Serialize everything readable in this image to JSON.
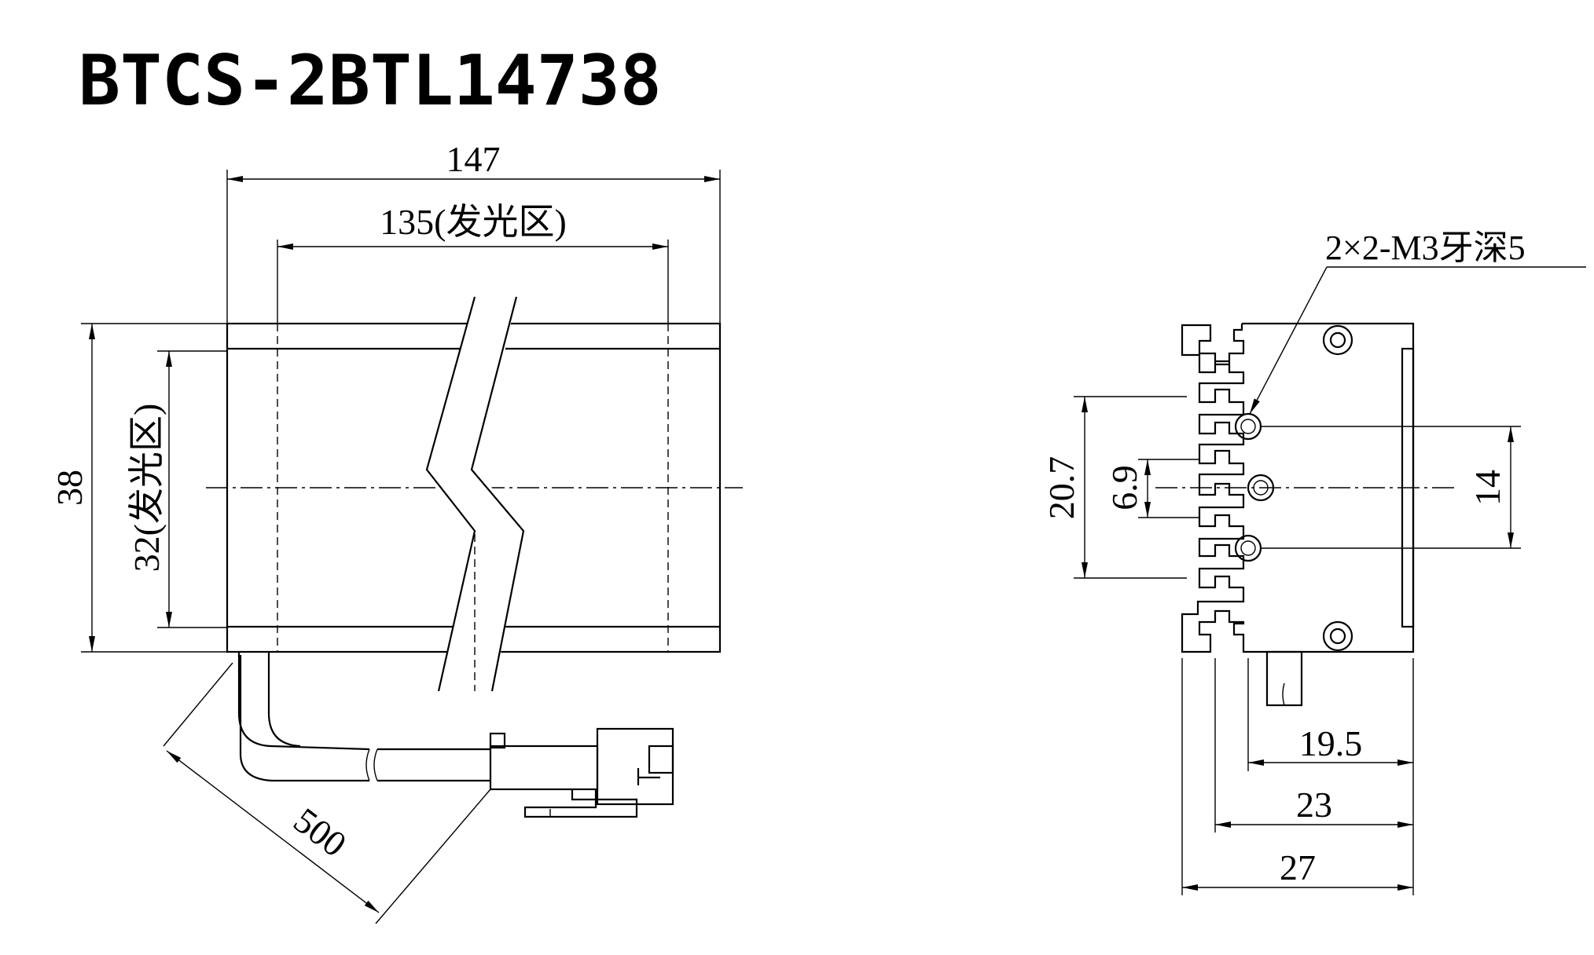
{
  "title": "BTCS-2BTL14738",
  "front_view": {
    "dim_length": "147",
    "dim_emitting_length": "135(发光区)",
    "dim_height": "38",
    "dim_emitting_height": "32(发光区)",
    "dim_cable": "500"
  },
  "side_view": {
    "hole_note": "2×2-M3牙深5",
    "dim_20_7": "20.7",
    "dim_6_9": "6.9",
    "dim_14": "14",
    "dim_19_5": "19.5",
    "dim_23": "23",
    "dim_27": "27"
  }
}
